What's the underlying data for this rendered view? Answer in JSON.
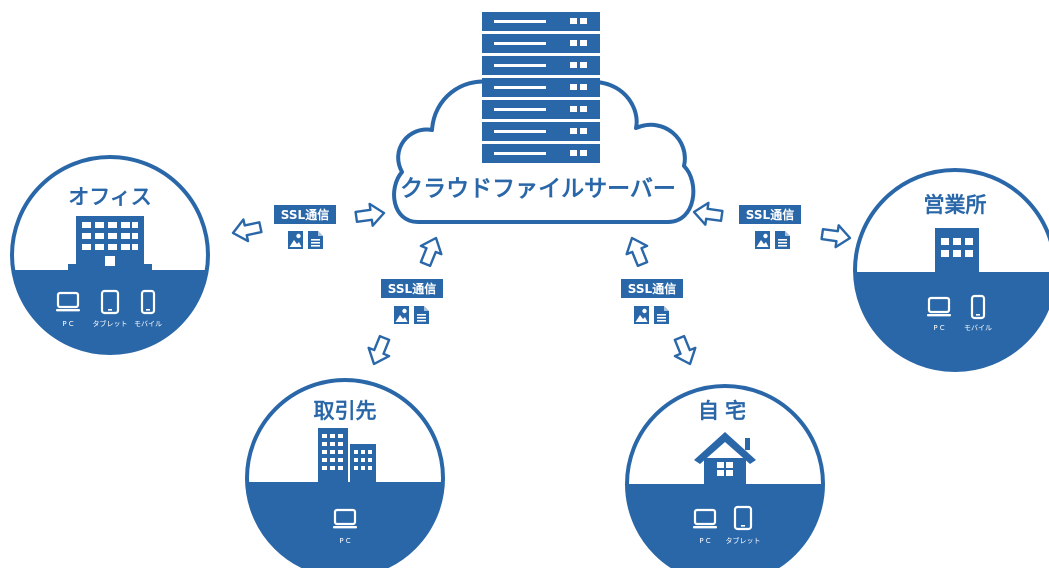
{
  "colors": {
    "primary": "#2a67a8",
    "outline": "#2a67a8",
    "background": "#ffffff"
  },
  "server": {
    "label": "クラウドファイルサーバー",
    "icon": "server-rack-icon"
  },
  "locations": {
    "office": {
      "title": "オフィス",
      "icon": "office-building-icon",
      "devices": [
        {
          "label": "P C",
          "icon": "pc-icon"
        },
        {
          "label": "タブレット",
          "icon": "tablet-icon"
        },
        {
          "label": "モバイル",
          "icon": "mobile-icon"
        }
      ]
    },
    "sales": {
      "title": "営業所",
      "icon": "branch-building-icon",
      "devices": [
        {
          "label": "P C",
          "icon": "pc-icon"
        },
        {
          "label": "モバイル",
          "icon": "mobile-icon"
        }
      ]
    },
    "partner": {
      "title": "取引先",
      "icon": "highrise-buildings-icon",
      "devices": [
        {
          "label": "P C",
          "icon": "pc-icon"
        }
      ]
    },
    "home": {
      "title": "自宅",
      "icon": "house-icon",
      "devices": [
        {
          "label": "P C",
          "icon": "pc-icon"
        },
        {
          "label": "タブレット",
          "icon": "tablet-icon"
        }
      ]
    }
  },
  "links": {
    "office": {
      "badge": "SSL通信",
      "icons": [
        "image-file-icon",
        "document-file-icon"
      ]
    },
    "sales": {
      "badge": "SSL通信",
      "icons": [
        "image-file-icon",
        "document-file-icon"
      ]
    },
    "partner": {
      "badge": "SSL通信",
      "icons": [
        "image-file-icon",
        "document-file-icon"
      ]
    },
    "home": {
      "badge": "SSL通信",
      "icons": [
        "image-file-icon",
        "document-file-icon"
      ]
    }
  }
}
